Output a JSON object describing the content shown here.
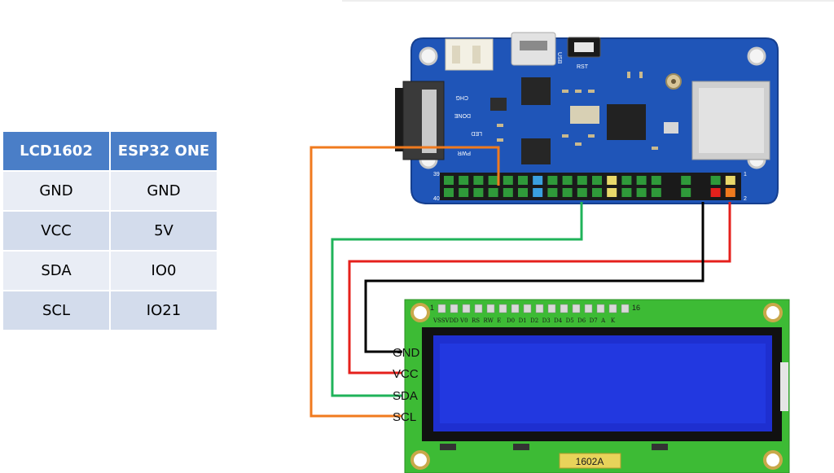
{
  "table": {
    "headers": [
      "LCD1602",
      "ESP32 ONE"
    ],
    "rows": [
      [
        "GND",
        "GND"
      ],
      [
        "VCC",
        "5V"
      ],
      [
        "SDA",
        "IO0"
      ],
      [
        "SCL",
        "IO21"
      ]
    ]
  },
  "esp32_board": {
    "usb_label": "USB",
    "rst_label": "RST",
    "chg_label": "CHG",
    "done_label": "DONE",
    "led_label": "LED",
    "pwr_label": "PWR",
    "pin_39": "39",
    "pin_40": "40",
    "pin_1": "1",
    "pin_2": "2"
  },
  "lcd": {
    "pin_first": "1",
    "pin_last": "16",
    "pin_names": "VSSVDD V0  RS  RW  E   D0  D1  D2  D3  D4  D5  D6  D7  A   K",
    "model": "1602A",
    "wire_labels": [
      "GND",
      "VCC",
      "SDA",
      "SCL"
    ]
  },
  "colors": {
    "table_header": "#4a7ec7",
    "board": "#1f55b8",
    "lcd_pcb": "#3dbb35",
    "lcd_screen": "#1e2fd0",
    "wire_gnd": "#000000",
    "wire_vcc": "#e5201c",
    "wire_sda": "#1fb35a",
    "wire_scl": "#f07a1e"
  }
}
